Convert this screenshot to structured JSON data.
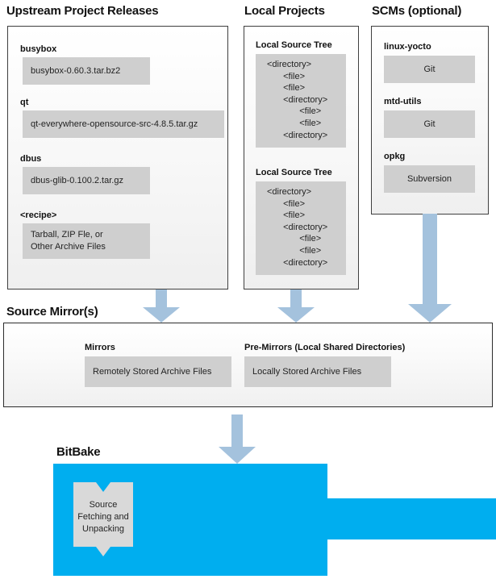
{
  "columns": {
    "upstream": {
      "heading": "Upstream Project Releases",
      "groups": [
        {
          "label": "busybox",
          "item": "busybox-0.60.3.tar.bz2"
        },
        {
          "label": "qt",
          "item": "qt-everywhere-opensource-src-4.8.5.tar.gz"
        },
        {
          "label": "dbus",
          "item": "dbus-glib-0.100.2.tar.gz"
        },
        {
          "label": "<recipe>",
          "item_line1": "Tarball, ZIP Fle, or",
          "item_line2": "Other Archive Files"
        }
      ]
    },
    "local_projects": {
      "heading": "Local Projects",
      "groups": [
        {
          "label": "Local Source Tree",
          "tree": [
            "<directory>",
            "  <file>",
            "  <file>",
            "  <directory>",
            "    <file>",
            "    <file>",
            "  <directory>"
          ]
        },
        {
          "label": "Local Source Tree",
          "tree": [
            "<directory>",
            "  <file>",
            "  <file>",
            "  <directory>",
            "    <file>",
            "    <file>",
            "  <directory>"
          ]
        }
      ]
    },
    "scms": {
      "heading": "SCMs (optional)",
      "groups": [
        {
          "label": "linux-yocto",
          "item": "Git"
        },
        {
          "label": "mtd-utils",
          "item": "Git"
        },
        {
          "label": "opkg",
          "item": "Subversion"
        }
      ]
    }
  },
  "source_mirrors": {
    "heading": "Source Mirror(s)",
    "groups": [
      {
        "label": "Mirrors",
        "item": "Remotely Stored Archive Files"
      },
      {
        "label": "Pre-Mirrors (Local Shared Directories)",
        "item": "Locally Stored Archive Files"
      }
    ]
  },
  "bitbake": {
    "heading": "BitBake",
    "fetch_box_text": "Source\nFetching and\nUnpacking"
  },
  "arrows": {
    "upstream_to_mirror": "down-arrow-icon",
    "local_to_mirror": "down-arrow-icon",
    "scm_to_mirror": "down-arrow-icon",
    "mirror_to_bitbake": "down-arrow-icon"
  },
  "colors": {
    "arrow": "#a4c2dd",
    "bitbake": "#00aeef",
    "chip": "#cfcfcf",
    "panel_border": "#3f3f3f",
    "text": "#111111"
  }
}
